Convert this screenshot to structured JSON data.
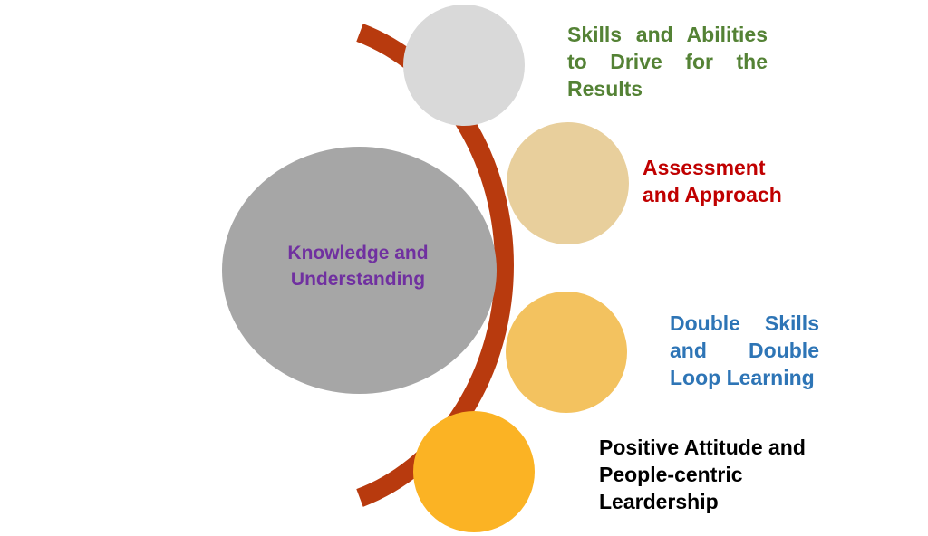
{
  "diagram": {
    "center": {
      "lines": [
        "Knowledge and",
        "Understanding"
      ]
    },
    "items": [
      {
        "lines": [
          "Skills and Abilities",
          "to Drive for the",
          "Results"
        ]
      },
      {
        "lines": [
          "Assessment",
          "and Approach"
        ]
      },
      {
        "lines": [
          "Double Skills",
          "and Double",
          "Loop Learning"
        ]
      },
      {
        "lines": [
          "Positive Attitude and",
          "People-centric",
          "Leardership"
        ]
      }
    ]
  },
  "colors": {
    "connector": "#b83a0e",
    "center_circle": "#a6a6a6",
    "circle_1": "#d9d9d9",
    "circle_2": "#e8cf9c",
    "circle_3": "#f3c25f",
    "circle_4": "#fbb324",
    "center_text": "#7030a0",
    "text_1": "#548235",
    "text_2": "#c00000",
    "text_3": "#2e75b6",
    "text_4": "#000000"
  }
}
